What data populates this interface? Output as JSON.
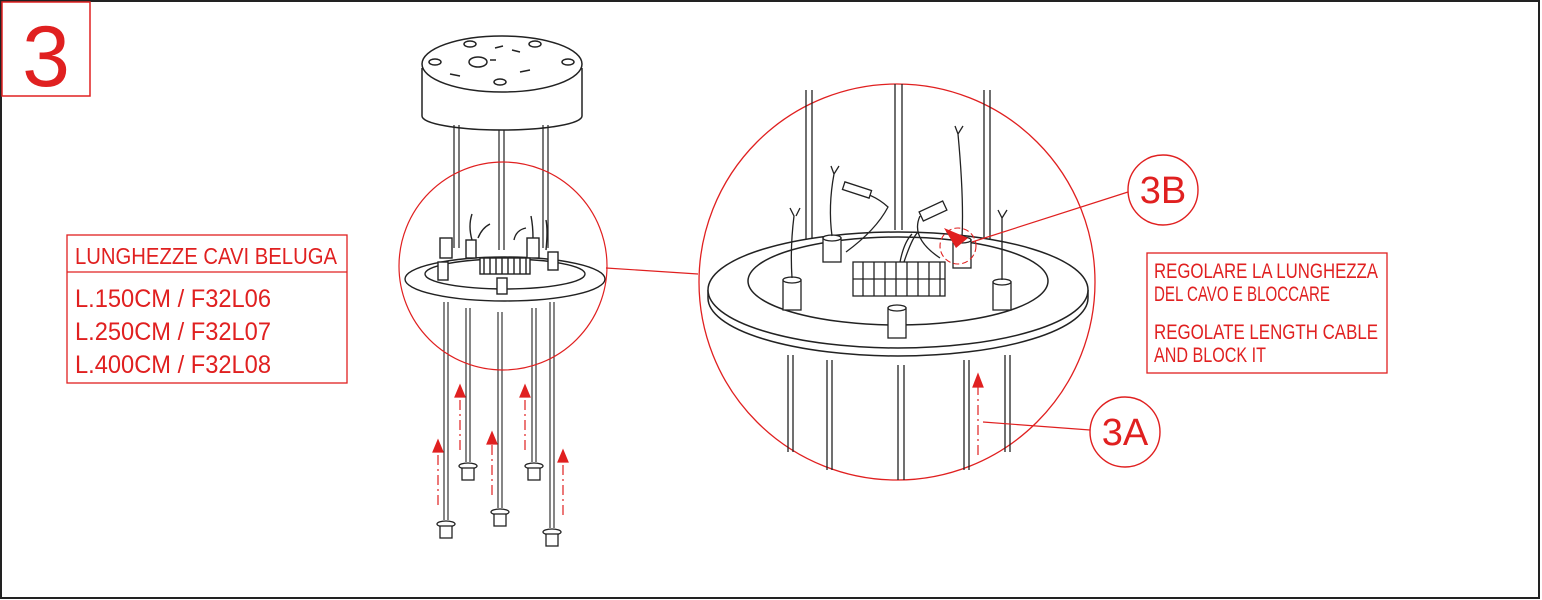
{
  "step_number": "3",
  "cable_lengths_box": {
    "title": "LUNGHEZZE CAVI BELUGA",
    "lines": [
      "L.150CM / F32L06",
      "L.250CM / F32L07",
      "L.400CM / F32L08"
    ]
  },
  "instruction_box": {
    "italian_line1": "REGOLARE LA LUNGHEZZA",
    "italian_line2": "DEL CAVO E BLOCCARE",
    "english_line1": "REGOLATE LENGTH CABLE",
    "english_line2": "AND BLOCK IT"
  },
  "callouts": {
    "a": "3A",
    "b": "3B"
  },
  "colors": {
    "annotation": "#e02020",
    "drawing": "#222222"
  }
}
